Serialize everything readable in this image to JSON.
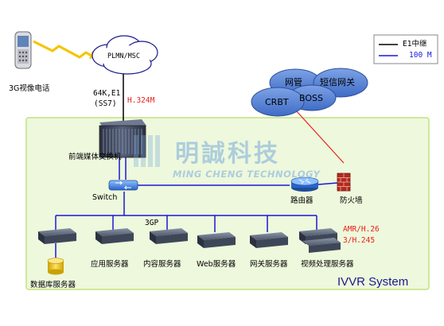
{
  "colors": {
    "system_bg": "#eef8dc",
    "system_border": "#c2e27e",
    "cloud_fill": "#5b86d8",
    "e1_line": "#000000",
    "lan_line": "#1919d6",
    "red_line": "#e8221a",
    "server_body": "#3e4758"
  },
  "legend": {
    "items": [
      {
        "label": "E1中继",
        "line_color": "#000000"
      },
      {
        "label": "100 M",
        "line_color": "#1919d6"
      }
    ]
  },
  "phone": {
    "label": "3G视像电话",
    "icon": "mobile-phone-icon"
  },
  "plmn": {
    "label": "PLMN/MSC"
  },
  "link": {
    "line1": "64K,E1",
    "line2": "(SS7)",
    "protocol": "H.324M"
  },
  "clouds": {
    "labels": [
      "网管",
      "短信网关",
      "CRBT",
      "BOSS"
    ]
  },
  "gateway": {
    "label": "前端媒体交换机",
    "icon": "media-switch-chassis-icon"
  },
  "switch": {
    "label": "Switch",
    "icon": "network-switch-icon"
  },
  "router": {
    "label": "路由器",
    "icon": "router-icon"
  },
  "firewall": {
    "label": "防火墙",
    "icon": "firewall-icon"
  },
  "watermark": {
    "cn": "明誠科技",
    "en": "MING CHENG TECHNOLOGY"
  },
  "bus": {
    "label": "3GP",
    "codec1": "AMR/H.26",
    "codec2": "3/H.245"
  },
  "servers": [
    {
      "label": "应用服务器"
    },
    {
      "label": "内容服务器"
    },
    {
      "label": "Web服务器"
    },
    {
      "label": "网关服务器"
    },
    {
      "label": "视频处理服务器"
    }
  ],
  "database": {
    "label": "数据库服务器"
  },
  "system_label": "IVVR System"
}
